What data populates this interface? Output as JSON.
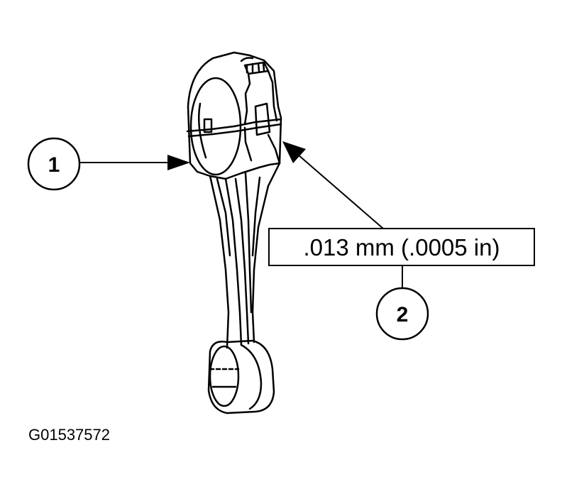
{
  "callouts": [
    {
      "label": "1"
    },
    {
      "label": "2"
    }
  ],
  "specification": ".013 mm (.0005 in)",
  "figure_id": "G01537572",
  "colors": {
    "ink": "#000000",
    "paper": "#ffffff"
  }
}
